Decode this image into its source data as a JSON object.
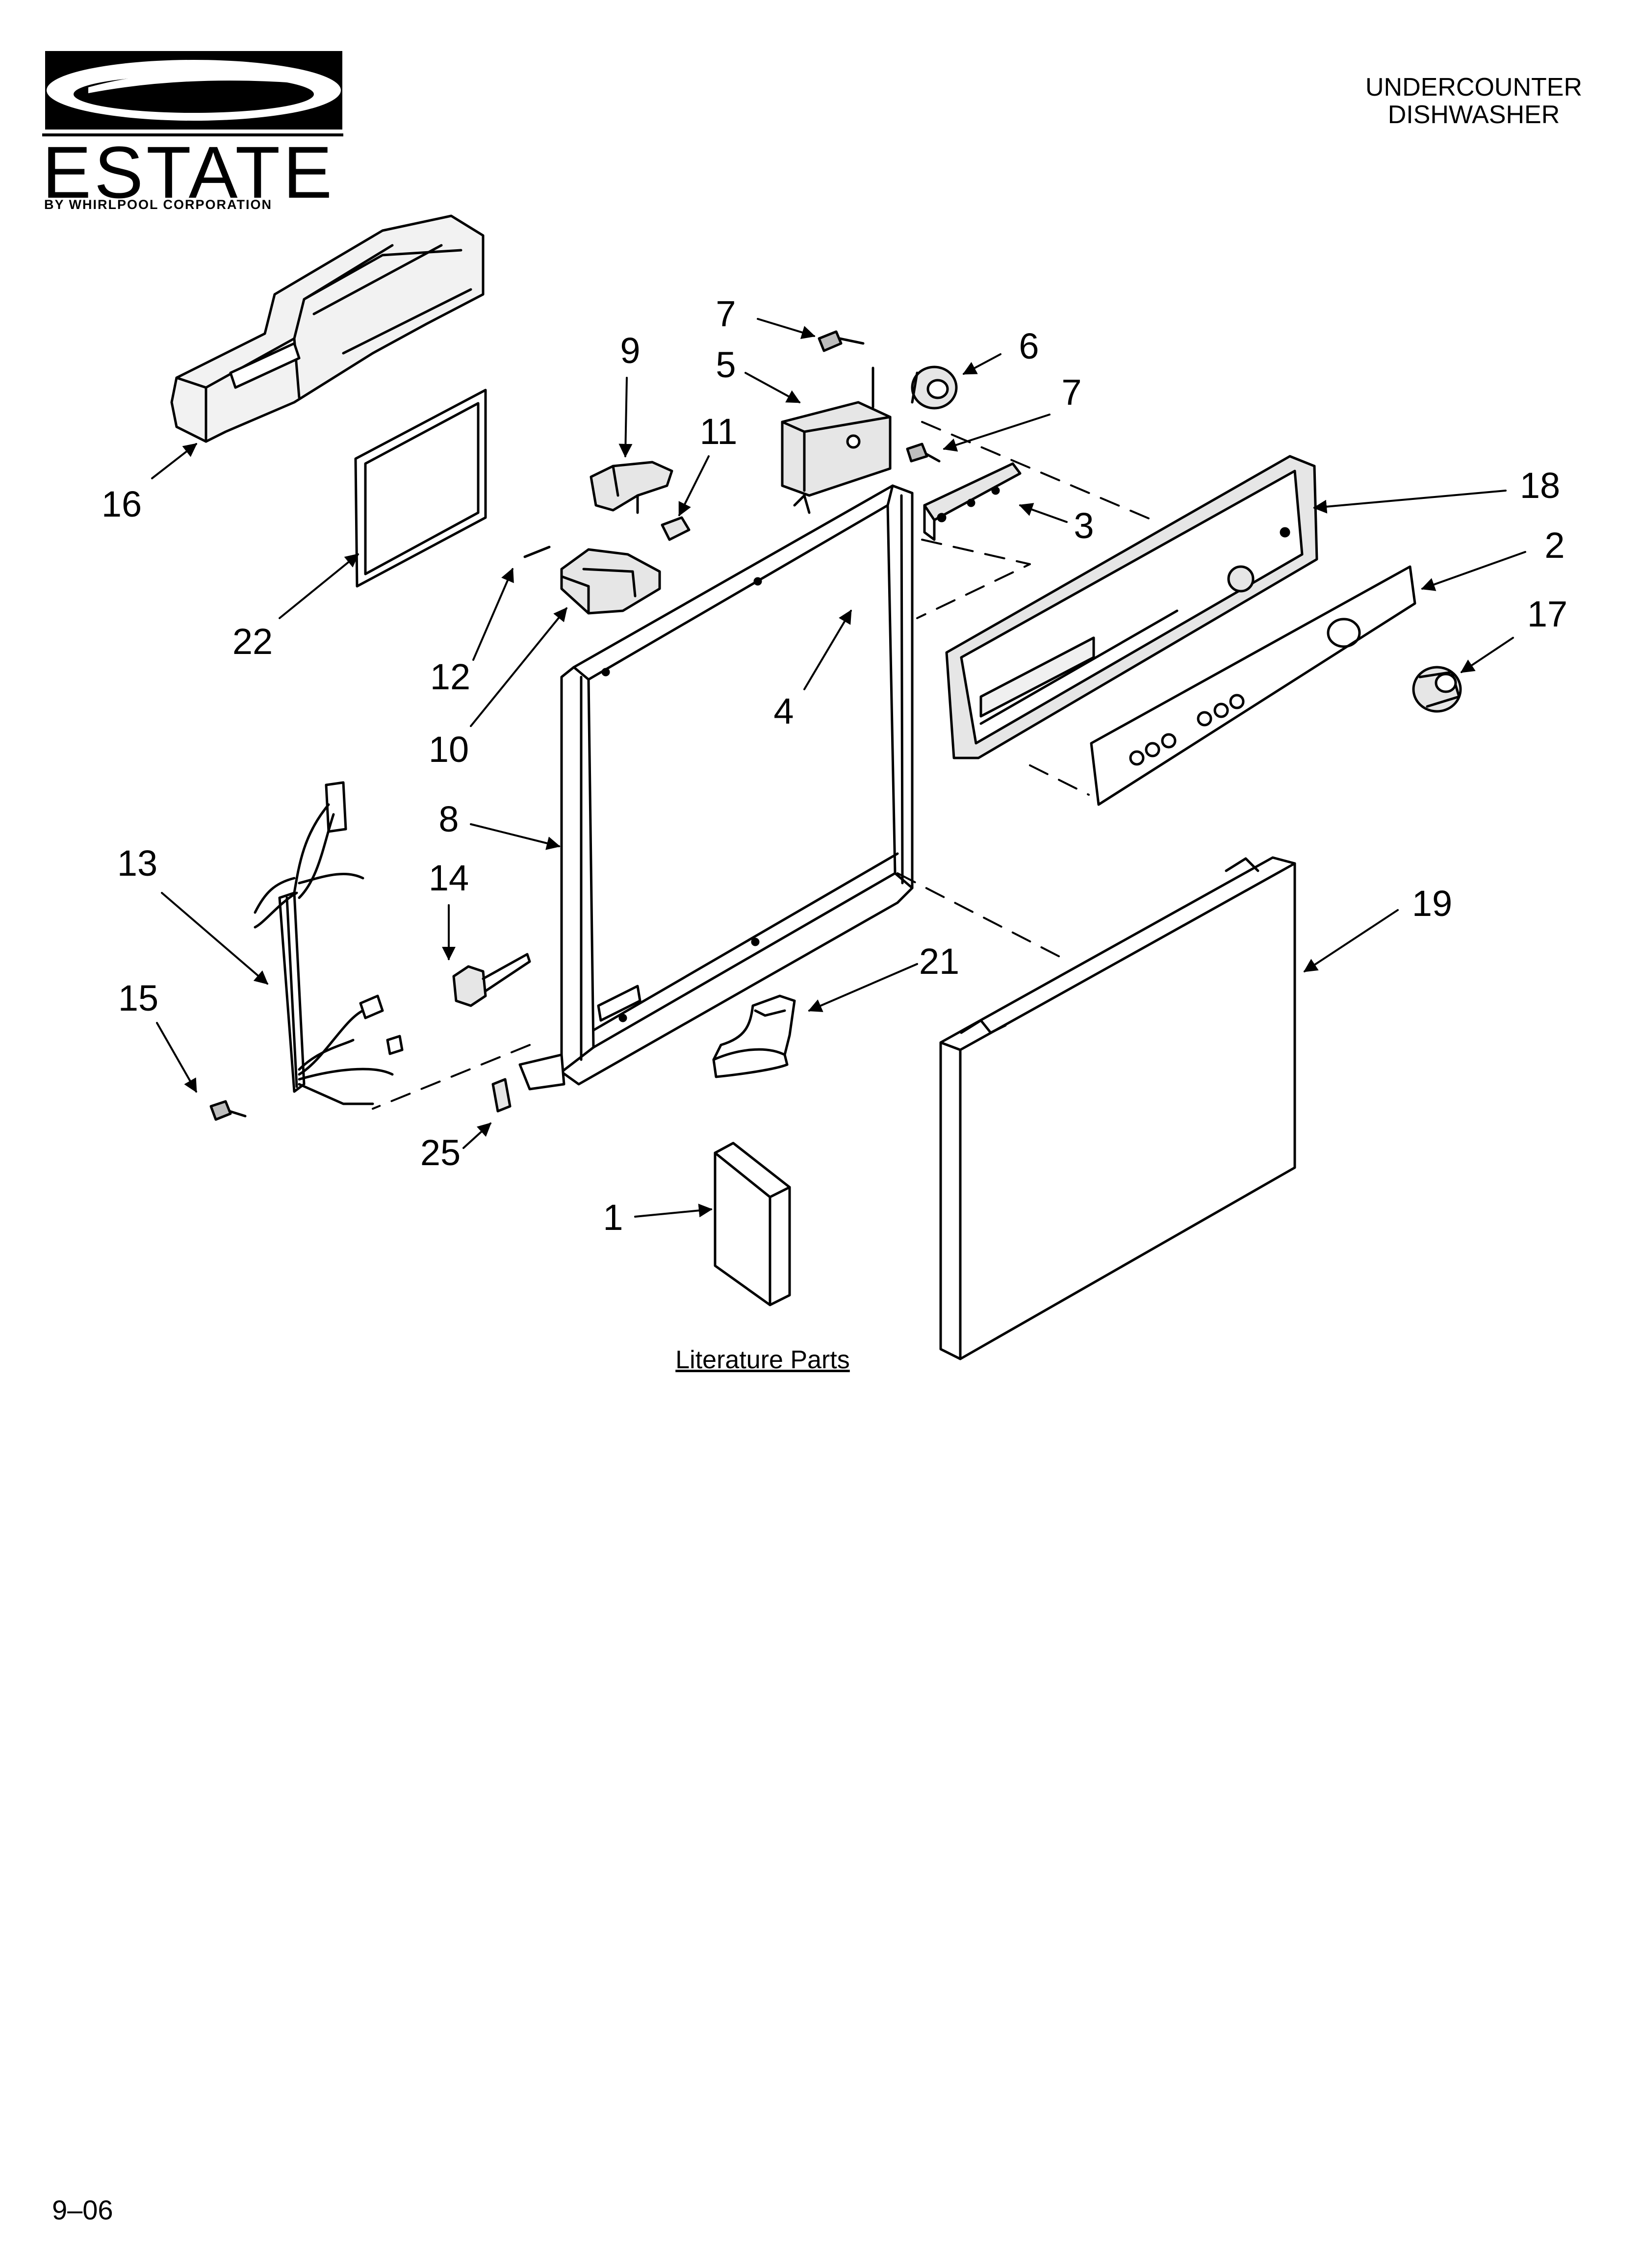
{
  "brand": {
    "logo_word": "ESTATE",
    "logo_sub": "BY WHIRLPOOL CORPORATION"
  },
  "header": {
    "title_line1": "UNDERCOUNTER",
    "title_line2": "DISHWASHER"
  },
  "callouts": [
    "7",
    "6",
    "5",
    "9",
    "11",
    "7",
    "18",
    "3",
    "2",
    "16",
    "22",
    "12",
    "4",
    "17",
    "10",
    "8",
    "13",
    "14",
    "19",
    "21",
    "15",
    "25",
    "1"
  ],
  "literature_caption": "Literature Parts",
  "footer": {
    "date_code": "9–06"
  },
  "colors": {
    "ink": "#000000",
    "fill_light": "#e6e6e6",
    "fill_mid": "#bdbdbd",
    "paper": "#ffffff"
  }
}
